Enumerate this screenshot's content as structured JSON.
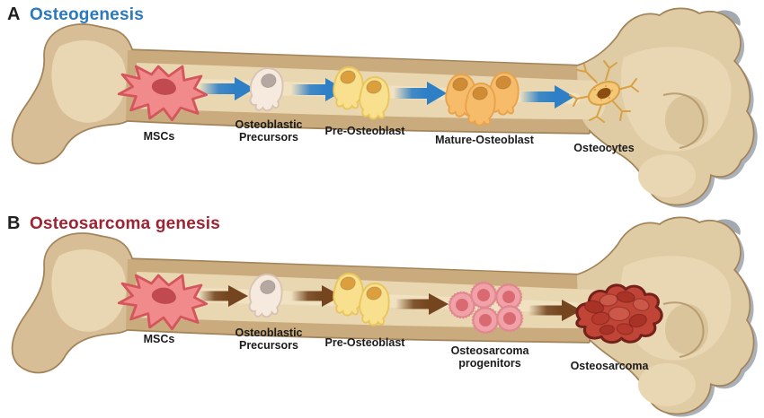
{
  "panels": [
    {
      "letter": "A",
      "title": "Osteogenesis",
      "stages": [
        {
          "cell": "msc",
          "label_lines": [
            "MSCs"
          ]
        },
        {
          "cell": "osteoblastic-precursor",
          "label_lines": [
            "Osteoblastic",
            "Precursors"
          ]
        },
        {
          "cell": "pre-osteoblast",
          "label_lines": [
            "Pre-Osteoblast"
          ]
        },
        {
          "cell": "mature-osteoblast",
          "label_lines": [
            "Mature-Osteoblast"
          ]
        },
        {
          "cell": "osteocyte",
          "label_lines": [
            "Osteocytes"
          ]
        }
      ]
    },
    {
      "letter": "B",
      "title": "Osteosarcoma genesis",
      "stages": [
        {
          "cell": "msc",
          "label_lines": [
            "MSCs"
          ]
        },
        {
          "cell": "osteoblastic-precursor",
          "label_lines": [
            "Osteoblastic",
            "Precursors"
          ]
        },
        {
          "cell": "pre-osteoblast",
          "label_lines": [
            "Pre-Osteoblast"
          ]
        },
        {
          "cell": "osteosarcoma-progenitors",
          "label_lines": [
            "Osteosarcoma",
            "progenitors"
          ]
        },
        {
          "cell": "osteosarcoma-tumor",
          "label_lines": [
            "Osteosarcoma"
          ]
        }
      ]
    }
  ],
  "colors": {
    "title_a": "#2B78BE",
    "title_b": "#9C2433",
    "arrow_a": "#2E7FC5",
    "arrow_b": "#74451F",
    "label_text": "#1B1B1B",
    "bone_outline": "#A3845A",
    "bone_base": "#D8BE96",
    "bone_cortical": "#C9AB7E",
    "bone_medullary": "#E9D7B2",
    "bone_bright": "#F2E5C6",
    "bone_light": "#E8D7B2",
    "bone_epiphysis": "#DFCCA4",
    "bone_shadow": "#C6A878",
    "cartilage": "#A2A9B0",
    "msc_body": "#F18A8A",
    "msc_line": "#D4555C",
    "msc_nucleus": "#C04A50",
    "precursor_body": "#F6EADF",
    "precursor_line": "#D9C3B4",
    "precursor_nucleus": "#B5A7A2",
    "preob_body": "#F8E08E",
    "preob_line": "#EAC55C",
    "preob_nucleus": "#DC9F3E",
    "matob_body": "#F6BC6A",
    "matob_line": "#E9A24C",
    "matob_nucleus": "#D08C35",
    "osteocyte_body": "#F5C878",
    "osteocyte_line": "#D8A145",
    "osteocyte_nucleus": "#8A4D12",
    "prog_body": "#F1A2A8",
    "prog_line": "#E08890",
    "prog_nucleus": "#D96A72",
    "tumor_base": "#C04537",
    "tumor_line": "#74201B",
    "tumor_dark": "#A93227",
    "tumor_mid": "#B5392C",
    "tumor_light": "#CC5849"
  }
}
